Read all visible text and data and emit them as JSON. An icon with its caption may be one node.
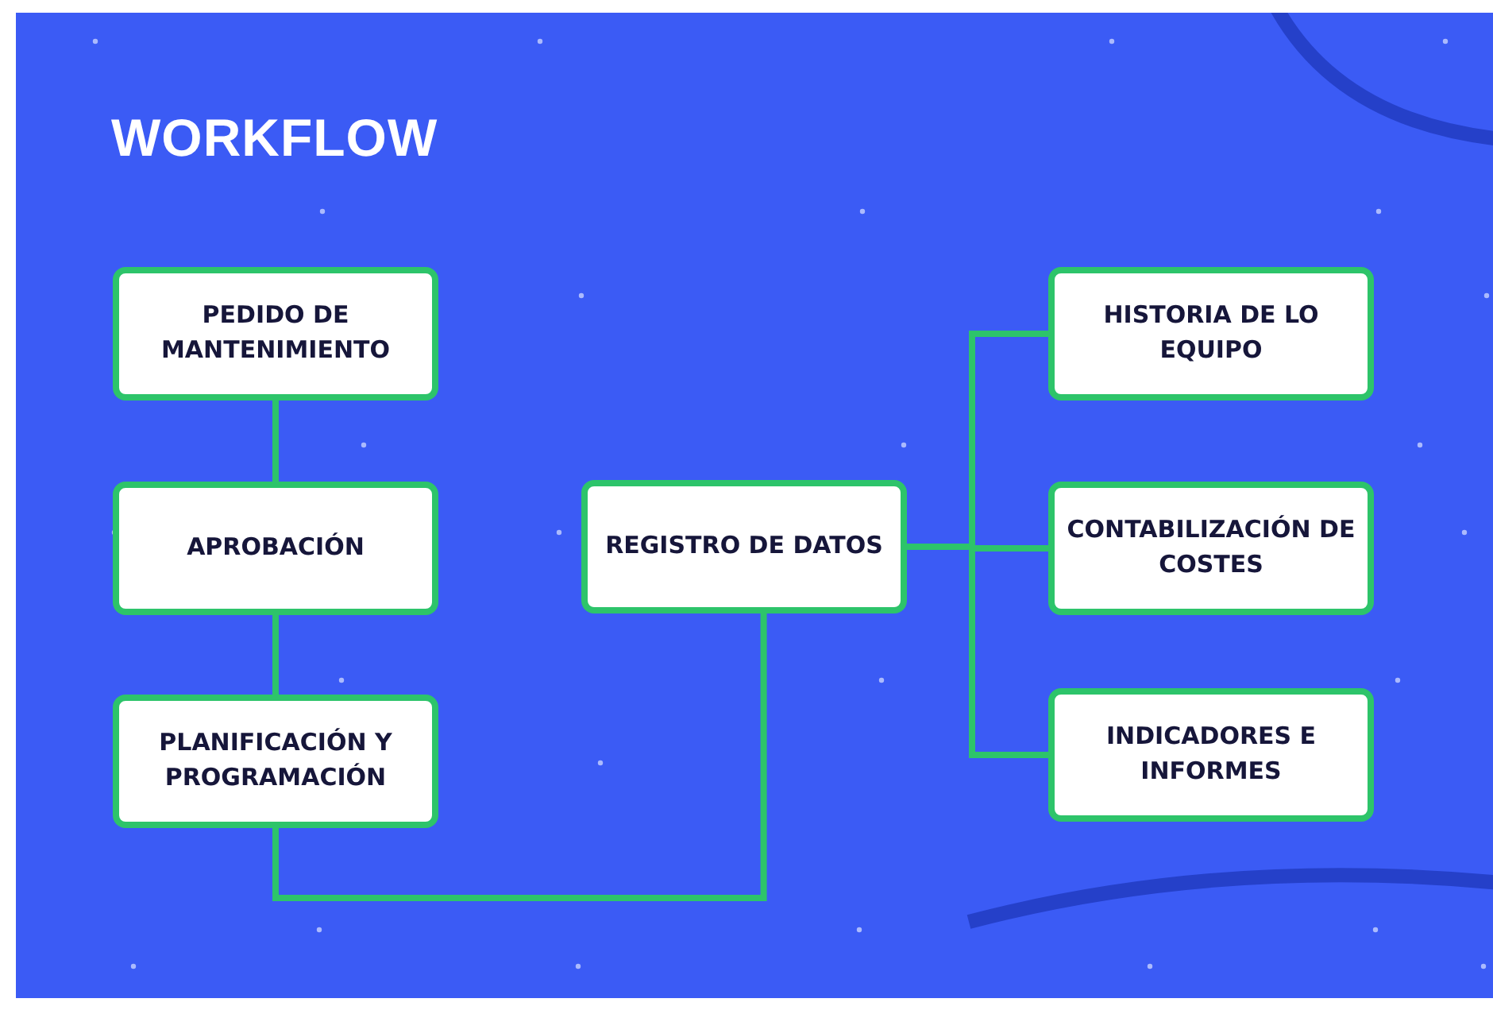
{
  "diagram": {
    "title": "WORKFLOW",
    "nodes": [
      {
        "text": [
          "PEDIDO DE MANTENIMIENTO"
        ]
      },
      {
        "text": [
          "APROBACIÓN"
        ]
      },
      {
        "text": [
          "PLANIFICACIÓN Y PROGRAMACIÓN"
        ]
      },
      {
        "text": [
          "REGISTRO DE DATOS"
        ]
      },
      {
        "text": [
          "HISTORIA DE LO EQUIPO"
        ]
      },
      {
        "text": [
          "CONTABILIZACIÓN DE COSTES"
        ]
      },
      {
        "text": [
          "INDICADORES E INFORMES"
        ]
      }
    ],
    "edges": [
      {
        "from": 0,
        "to": 1,
        "arrow": "none"
      },
      {
        "from": 1,
        "to": 2,
        "arrow": "none"
      },
      {
        "from": 2,
        "to": 3,
        "arrow": "none"
      },
      {
        "from": 3,
        "to": 4,
        "arrow": "none"
      },
      {
        "from": 3,
        "to": 5,
        "arrow": "none"
      },
      {
        "from": 3,
        "to": 6,
        "arrow": "none"
      }
    ]
  }
}
